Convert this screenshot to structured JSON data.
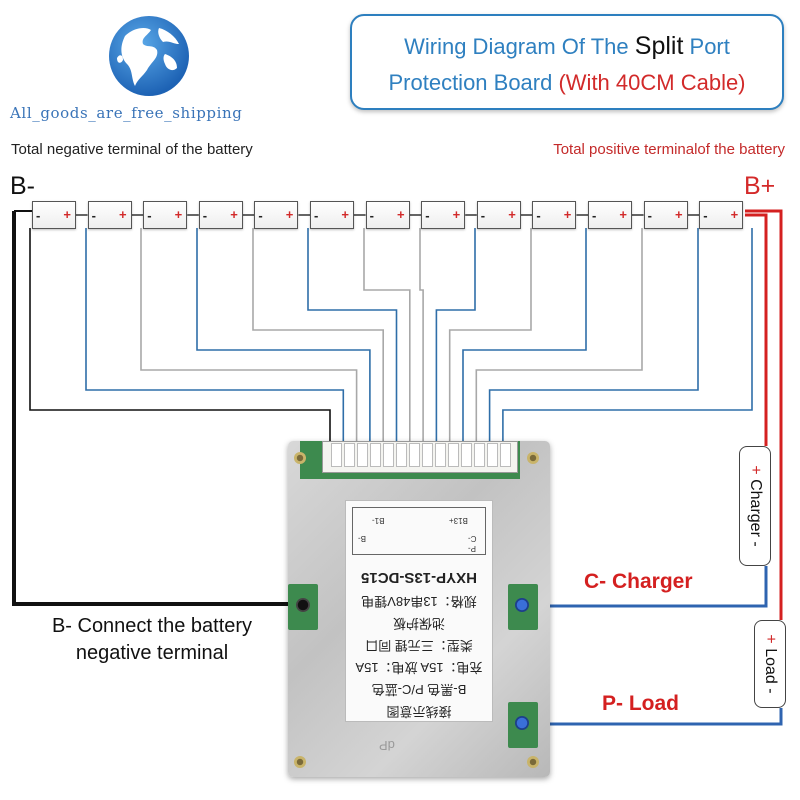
{
  "logo": {
    "shop_name": "All_goods_are_free_shipping"
  },
  "title": {
    "line1_part1": "Wiring Diagram Of The ",
    "line1_part2": "Split",
    "line1_part3": " Port",
    "line2_part1": "Protection Board ",
    "line2_part2": "(With 40CM Cable)"
  },
  "captions": {
    "negative_terminal": "Total negative terminal of the battery",
    "positive_terminal": "Total positive terminalof the battery"
  },
  "terminals": {
    "b_minus": "B-",
    "b_plus": "B+"
  },
  "cells": {
    "count": 13,
    "minus_sign": "-",
    "plus_sign": "+"
  },
  "board": {
    "model": "HXYP-13S-DC15",
    "spec_line": "规格：13串48V锂电",
    "product_line": "池保护板",
    "type_line": "类型：三元锂 同口",
    "current_line": "充电：15A   放电：15A",
    "wire_line": "B-黑色   P/C-蓝色",
    "diagram_line": "接线示意图",
    "label_b13": "B13+",
    "label_b1": "B1-",
    "label_b_minus": "B-",
    "label_c": "C-",
    "label_p": "P-",
    "brand_mark": "dP"
  },
  "annotations": {
    "b_minus_note": "B- Connect the battery negative terminal",
    "charger_label": "C-  Charger",
    "load_label": "P-  Load",
    "side_charger_plus": "+",
    "side_charger": " Charger ",
    "side_charger_minus": "-",
    "side_load_plus": "+",
    "side_load": " Load ",
    "side_load_minus": "-"
  },
  "colors": {
    "title_blue": "#2f80c0",
    "accent_red": "#d42020",
    "negative_wire": "#111111",
    "sense_wire_blue": "#2f6ea8",
    "sense_wire_gray": "#a8a8a8",
    "output_wire_blue": "#2f64b0",
    "pcb_green": "#3d8a4e"
  }
}
